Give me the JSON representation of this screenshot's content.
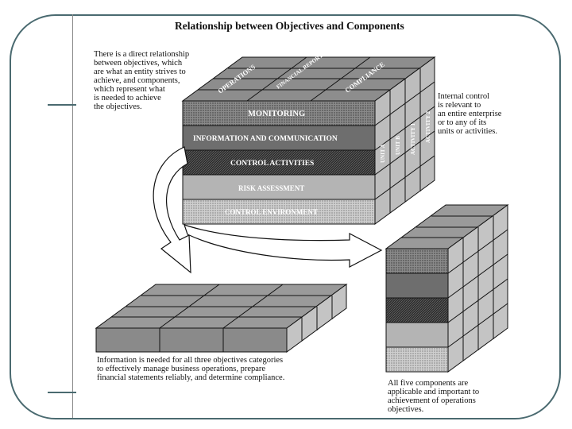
{
  "title": "Relationship between Objectives and Components",
  "notes": {
    "top_left": "There is a direct relationship\nbetween objectives, which\nare what an entity strives to\nachieve, and components,\nwhich represent what\nis needed to achieve\nthe objectives.",
    "right": "Internal control\nis relevant to\nan entire enterprise\nor to any of its\nunits or activities.",
    "bottom_left": "Information is needed for all three objectives categories\nto effectively manage business operations, prepare\nfinancial statements reliably, and determine compliance.",
    "bottom_right": "All five components are\napplicable and important to\nachievement of operations\nobjectives."
  },
  "cube": {
    "objectives": [
      "OPERATIONS",
      "FINANCIAL REPORTING",
      "COMPLIANCE"
    ],
    "components": [
      "MONITORING",
      "INFORMATION AND COMMUNICATION",
      "CONTROL ACTIVITIES",
      "RISK ASSESSMENT",
      "CONTROL ENVIRONMENT"
    ],
    "units": [
      "UNIT A",
      "UNIT B",
      "ACTIVITY 1",
      "ACTIVITY 2"
    ]
  },
  "colors": {
    "frame": "#4a6a70",
    "monitoring": "#9a9a9a",
    "info_comm": "#6e6e6e",
    "control_activities": "#3c3c3c",
    "risk_assessment": "#b4b4b4",
    "control_environment": "#d8d8d8"
  }
}
